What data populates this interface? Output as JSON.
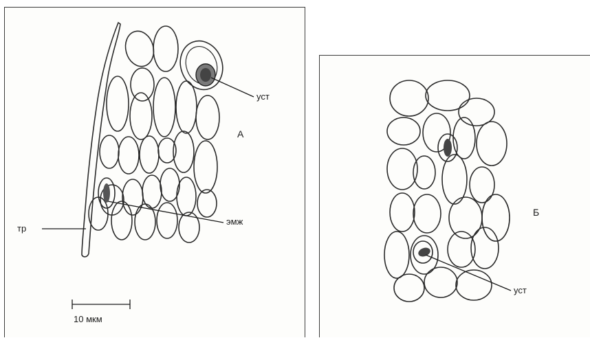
{
  "panel_a": {
    "letter": "А",
    "label_stomata": "уст",
    "label_trichome": "тр",
    "label_cells": "эмж",
    "scale_bar": "10 мкм"
  },
  "panel_b": {
    "letter": "Б",
    "label_stomata": "уст"
  }
}
